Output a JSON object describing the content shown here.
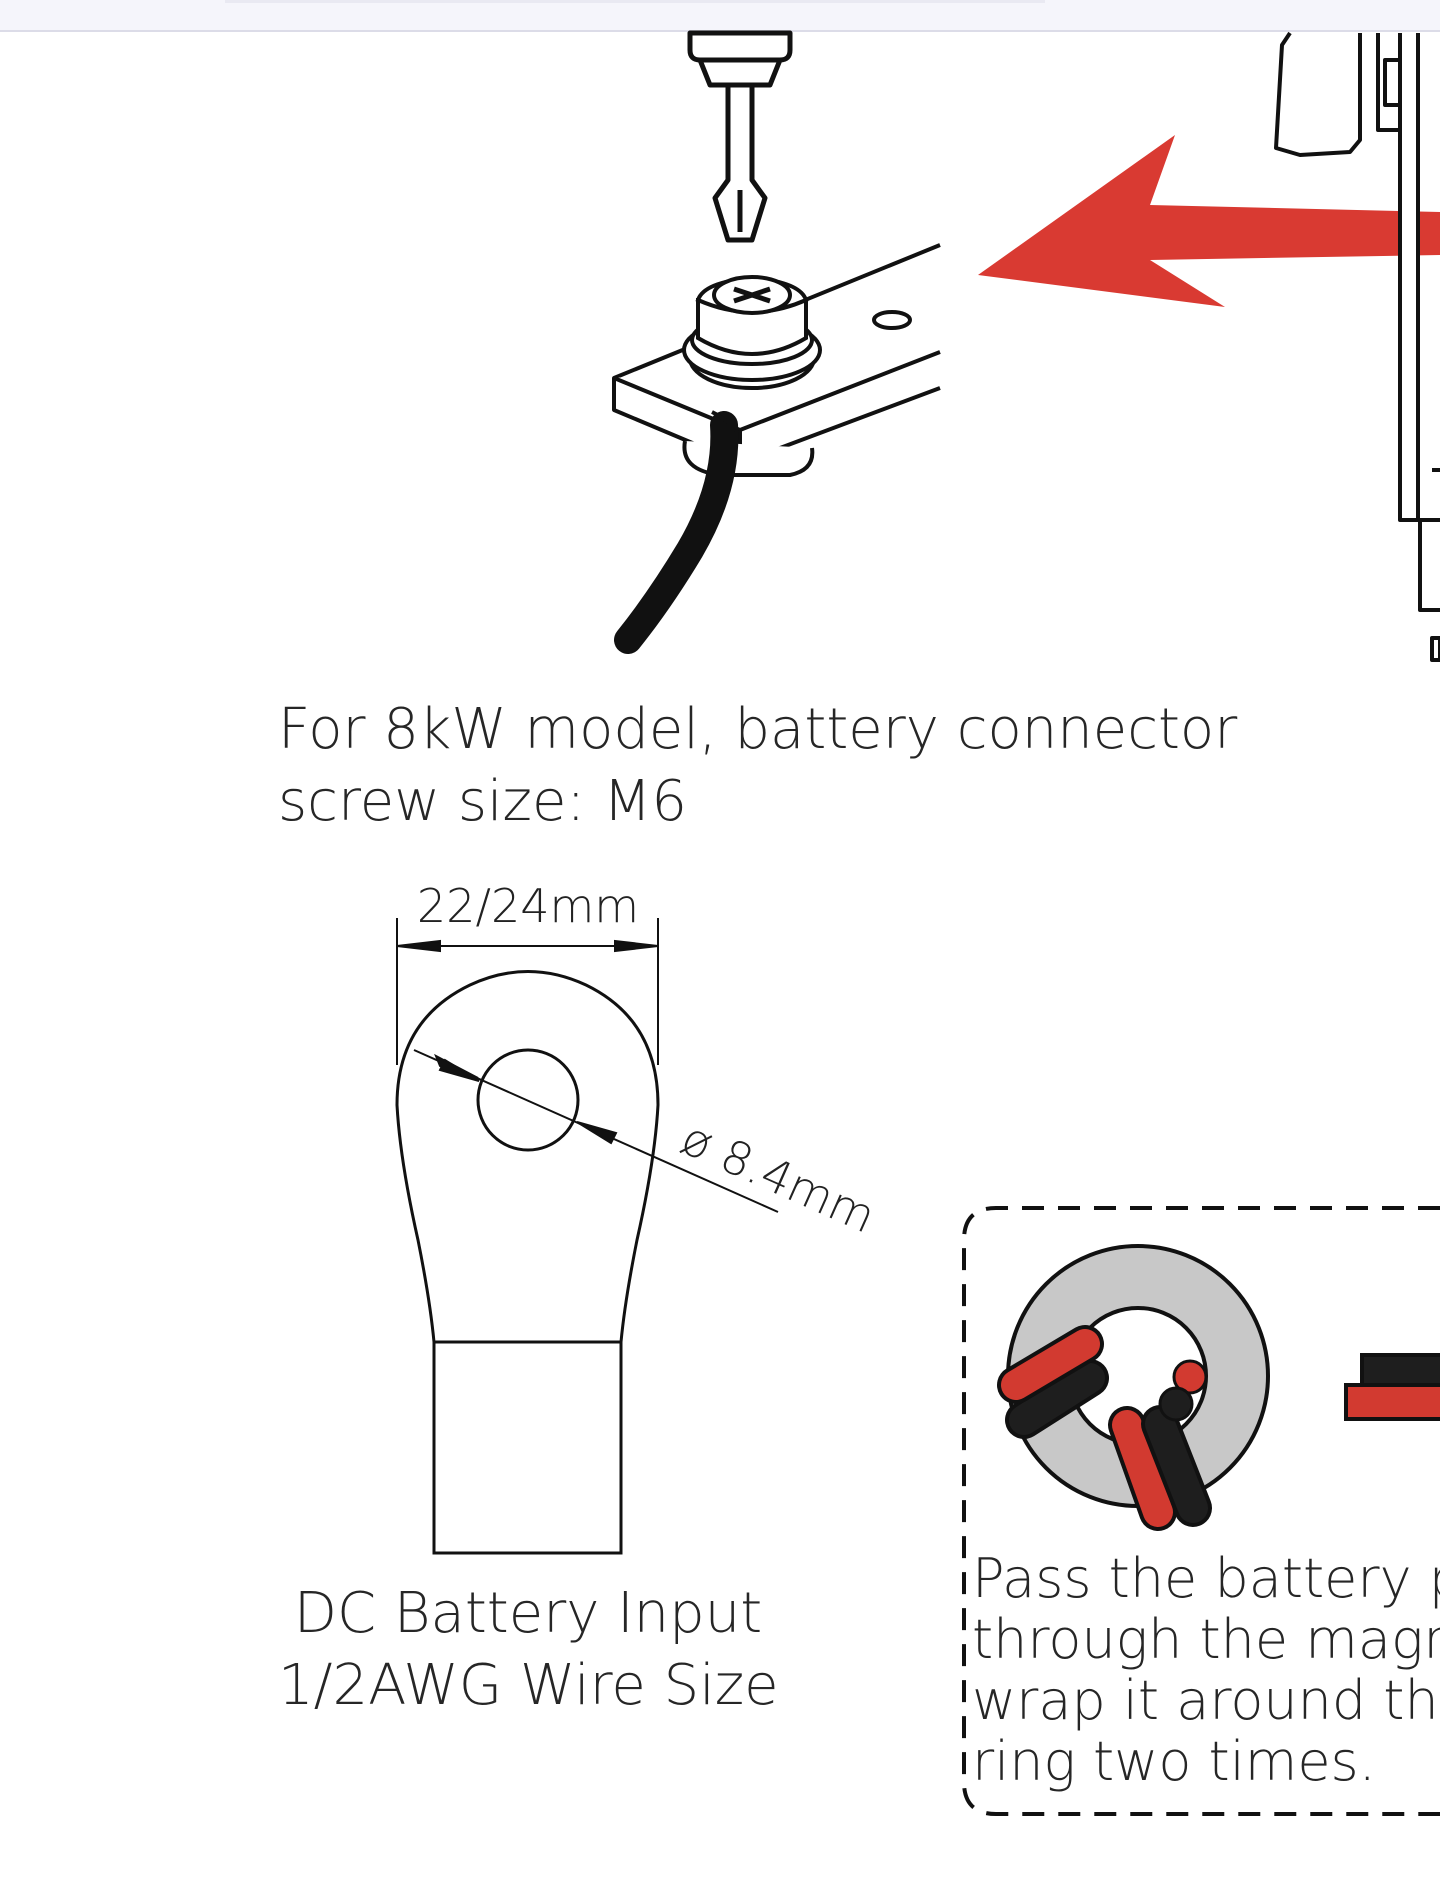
{
  "captions": {
    "screw": [
      "For 8kW model, battery connector",
      "screw size: M6"
    ],
    "lug": [
      "DC Battery Input",
      "1/2AWG Wire Size"
    ],
    "ring": [
      "Pass the battery p",
      "through the magn",
      "wrap it around th",
      "ring two times."
    ]
  },
  "dimensions": {
    "width": "22/24mm",
    "hole": "ø 8.4mm"
  },
  "colors": {
    "arrow": "#d93a32",
    "cable_red": "#d23a30",
    "cable_black": "#1e1e1e",
    "ring_gray": "#c8c8c8"
  }
}
